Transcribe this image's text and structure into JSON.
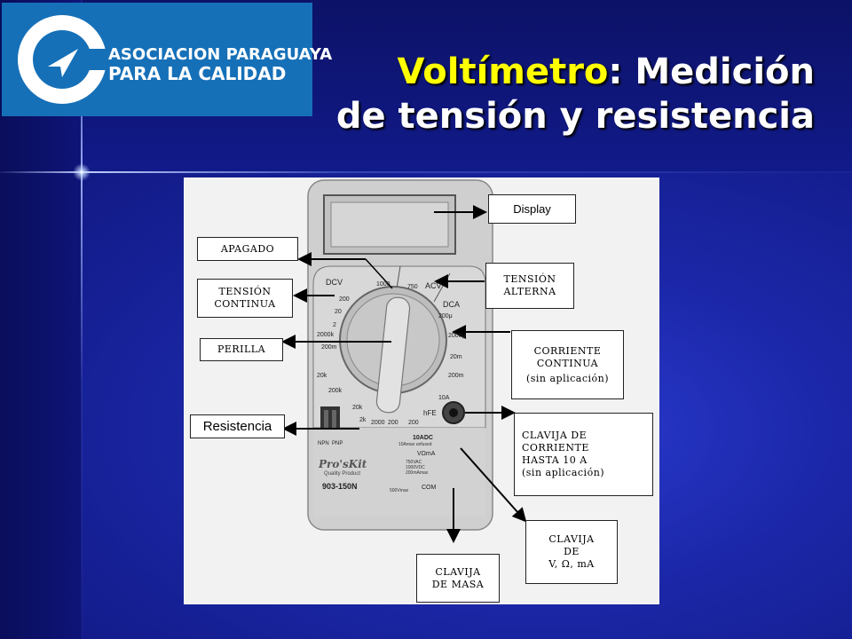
{
  "logo": {
    "line1": "ASOCIACION PARAGUAYA",
    "line2": "PARA LA CALIDAD"
  },
  "title": {
    "highlight": "Voltímetro",
    "rest_line1": ": Medición",
    "line2": "de tensión y resistencia"
  },
  "meter": {
    "brand": "Pro'sKit",
    "tagline": "Quality Product",
    "model": "903-150N",
    "dial_sections": {
      "dcv": "DCV",
      "acv": "ACV",
      "dca": "DCA",
      "hfe": "hFE"
    },
    "scale_marks": [
      "1000",
      "750",
      "200",
      "20",
      "2",
      "200m",
      "2000k",
      "200k",
      "20k",
      "2k",
      "200",
      "2000μ",
      "200μ",
      "20m",
      "200m",
      "10A",
      "20k",
      "2000",
      "200"
    ],
    "jack_labels": {
      "amps": "10ADC",
      "volts": "VΩmA",
      "com": "COM"
    },
    "jack_notes": {
      "amps": "10Amax unfused",
      "volts": "750VAC 1000VDC 200mAmax",
      "com": "500Vmax"
    },
    "socket": {
      "npn": "NPN",
      "pnp": "PNP"
    }
  },
  "labels": {
    "display": "Display",
    "apagado": "APAGADO",
    "tension_continua": [
      "TENSIÓN",
      "CONTINUA"
    ],
    "perilla": "PERILLA",
    "resistencia": "Resistencia",
    "tension_alterna": [
      "TENSIÓN",
      "ALTERNA"
    ],
    "corriente_continua": [
      "CORRIENTE",
      "CONTINUA",
      "(sin aplicación)"
    ],
    "clavija_corriente": [
      "CLAVIJA DE",
      "CORRIENTE",
      "HASTA 10 A",
      "(sin aplicación)"
    ],
    "clavija_v": [
      "CLAVIJA",
      "DE",
      "V, Ω, mA"
    ],
    "clavija_masa": [
      "CLAVIJA",
      "DE MASA"
    ]
  },
  "colors": {
    "background": "#0d1270",
    "logo_blue": "#1670b8",
    "title_highlight": "#ffff00",
    "title_text": "#ffffff"
  }
}
